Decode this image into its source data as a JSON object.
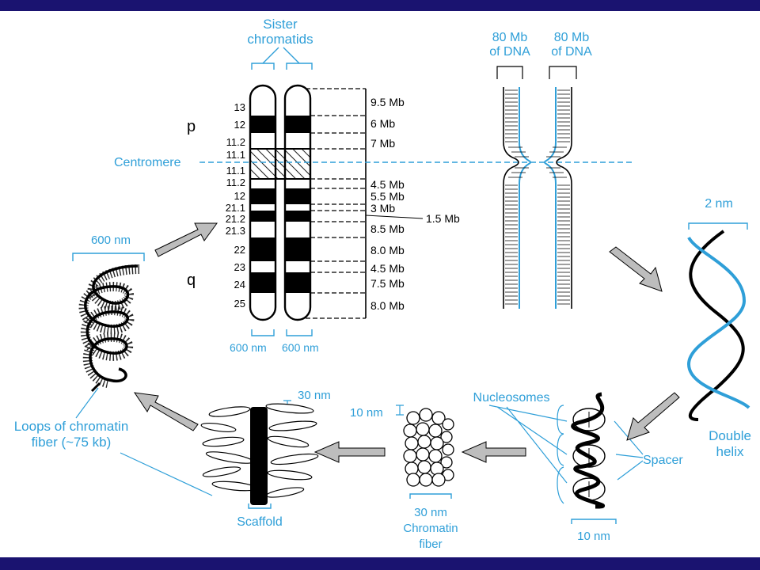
{
  "colors": {
    "frame_bar": "#1a1370",
    "accent_blue": "#2f9fd8",
    "ink": "#000000",
    "arrow_fill": "#bdbdbd"
  },
  "chromosome": {
    "sister_label": [
      "Sister",
      "chromatids"
    ],
    "arm_p": "p",
    "arm_q": "q",
    "centromere_label": "Centromere",
    "band_labels": [
      "13",
      "12",
      "11.2",
      "11.1",
      "11.1",
      "11.2",
      "12",
      "21.1",
      "21.2",
      "21.3",
      "22",
      "23",
      "24",
      "25"
    ],
    "mb_labels": [
      "9.5 Mb",
      "6 Mb",
      "7 Mb",
      "4.5 Mb",
      "5.5 Mb",
      "3 Mb",
      "8.5 Mb",
      "8.0 Mb",
      "4.5 Mb",
      "7.5 Mb",
      "8.0 Mb"
    ],
    "mb_callout": "1.5 Mb",
    "width_left": "600 nm",
    "width_right": "600 nm"
  },
  "dna": {
    "left_label": [
      "80 Mb",
      "of DNA"
    ],
    "right_label": [
      "80 Mb",
      "of DNA"
    ]
  },
  "helix": {
    "width_label": "2 nm",
    "name": [
      "Double",
      "helix"
    ]
  },
  "nucleosome": {
    "label": "Nucleosomes",
    "spacer": "Spacer",
    "width": "10 nm"
  },
  "fiber": {
    "side_label": "10 nm",
    "width": "30 nm",
    "name": [
      "Chromatin",
      "fiber"
    ]
  },
  "scaffold": {
    "loop_width": "30 nm",
    "name": "Scaffold"
  },
  "coil": {
    "width": "600 nm",
    "loops_label": [
      "Loops of chromatin",
      "fiber (~75 kb)"
    ]
  }
}
